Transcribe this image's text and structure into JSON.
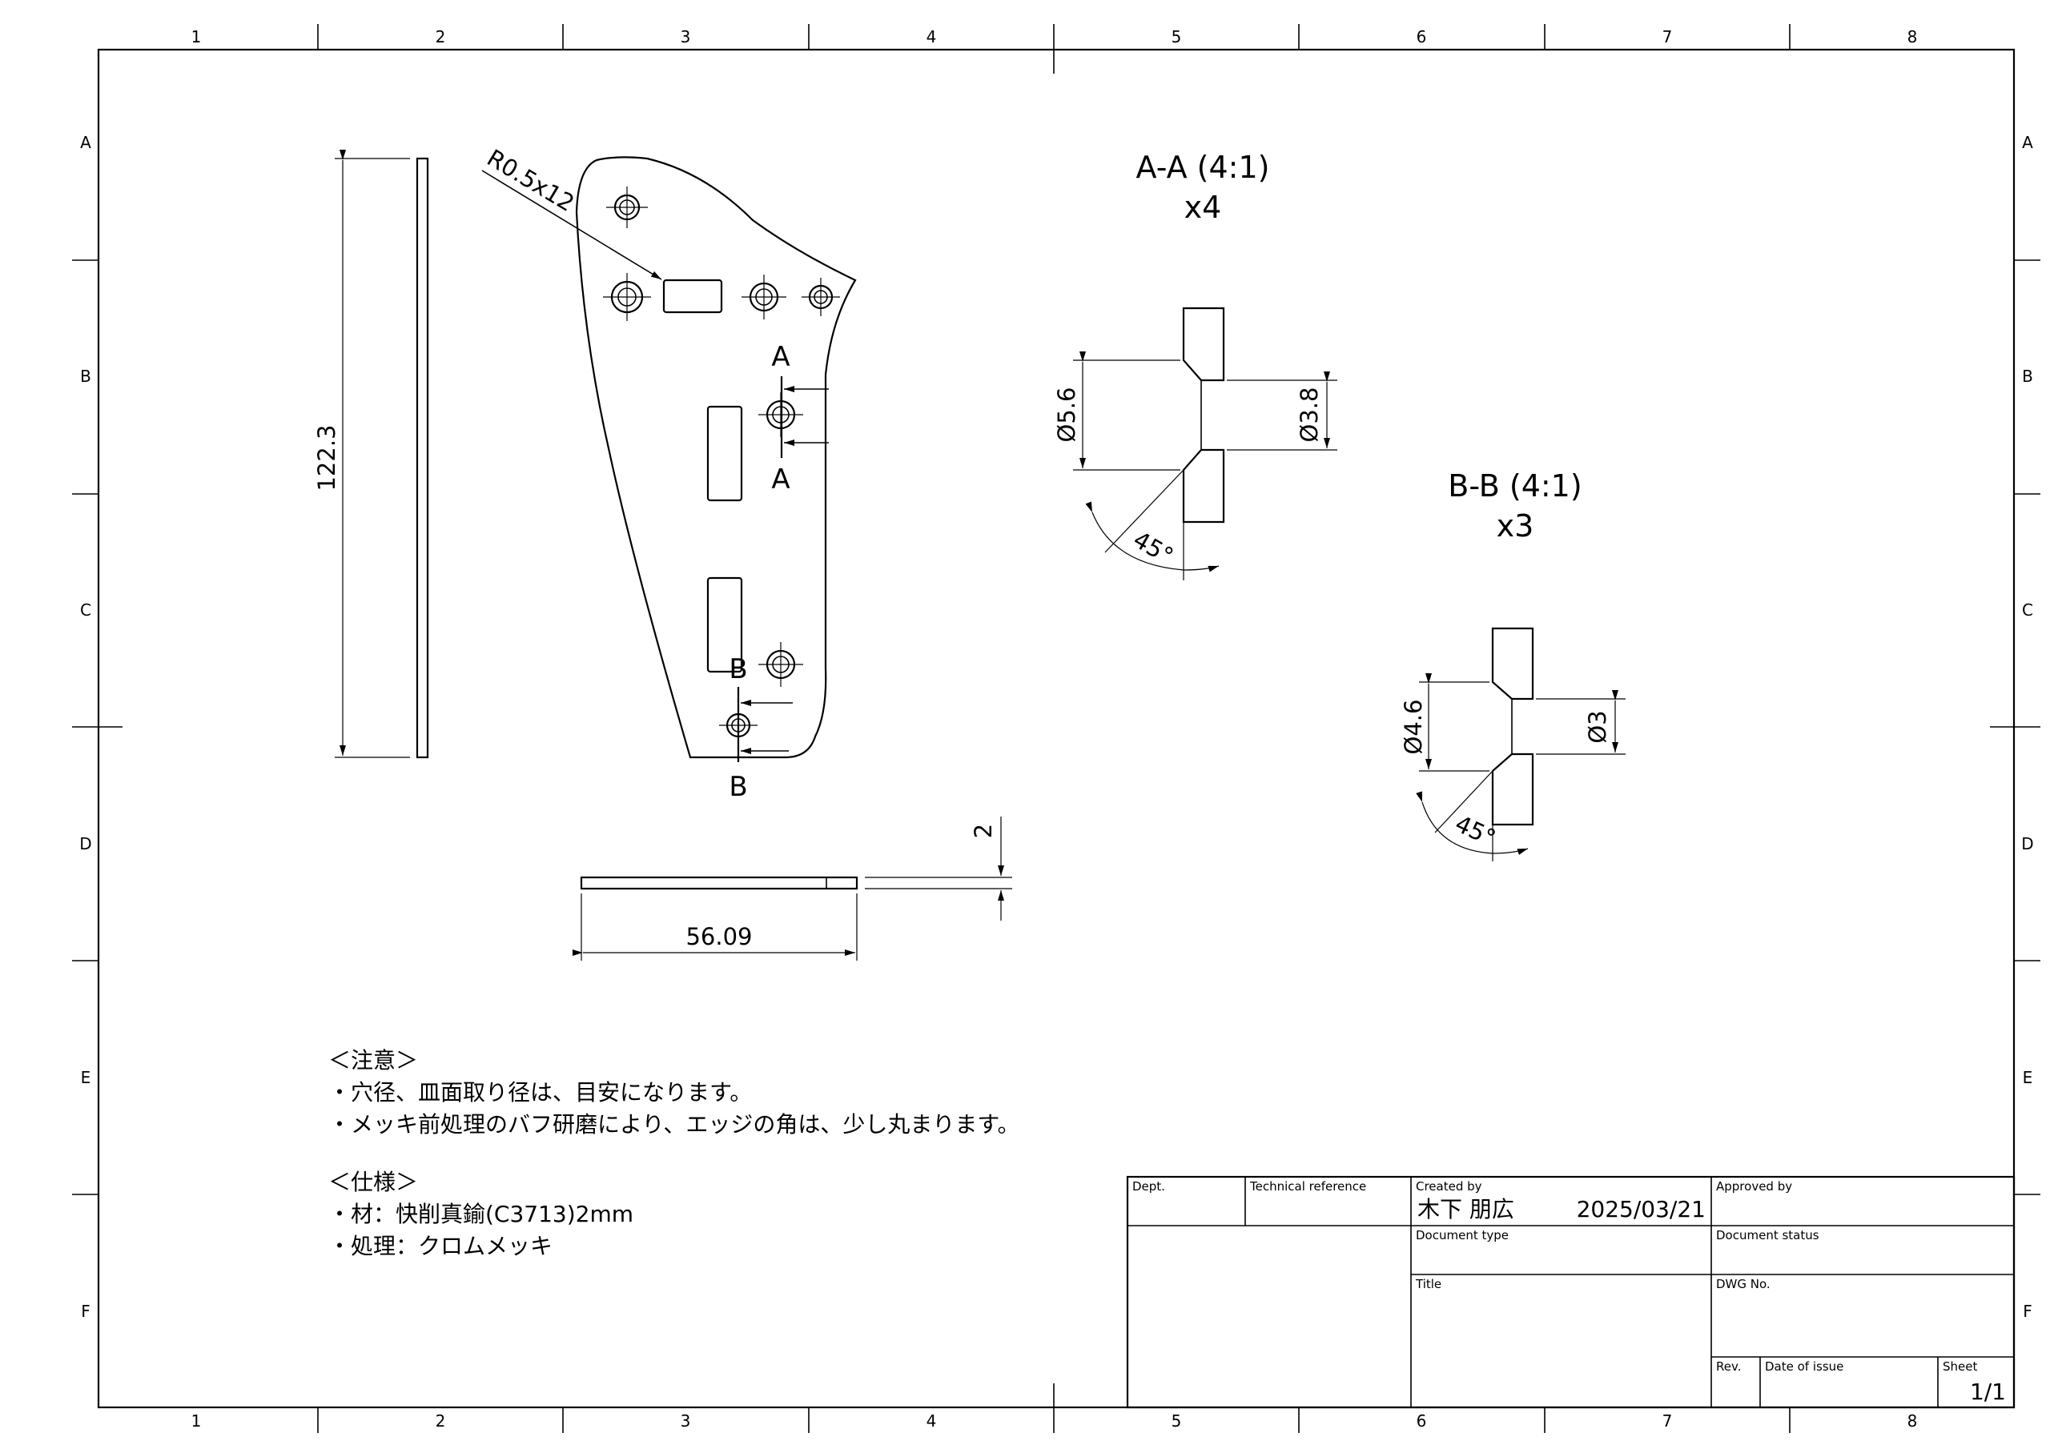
{
  "frame": {
    "column_labels": [
      "1",
      "2",
      "3",
      "4",
      "5",
      "6",
      "7",
      "8"
    ],
    "row_labels": [
      "A",
      "B",
      "C",
      "D",
      "E",
      "F"
    ]
  },
  "dimensions": {
    "height": "122.3",
    "radius_note": "R0.5x12",
    "width": "56.09",
    "thickness": "2"
  },
  "section_markers": {
    "a": "A",
    "b": "B"
  },
  "views": {
    "aa": {
      "title": "A-A (4:1)",
      "count": "x4",
      "outer_dia": "Ø5.6",
      "inner_dia": "Ø3.8",
      "angle": "45°"
    },
    "bb": {
      "title": "B-B (4:1)",
      "count": "x3",
      "outer_dia": "Ø4.6",
      "inner_dia": "Ø3",
      "angle": "45°"
    }
  },
  "notes": {
    "caution_heading": "＜注意＞",
    "caution_1": "・穴径、皿面取り径は、目安になります。",
    "caution_2": "・メッキ前処理のバフ研磨により、エッジの角は、少し丸まります。",
    "spec_heading": "＜仕様＞",
    "spec_1": "・材：快削真鍮(C3713)2mm",
    "spec_2": "・処理：クロムメッキ"
  },
  "title_block": {
    "dept_label": "Dept.",
    "tech_ref_label": "Technical reference",
    "created_by_label": "Created by",
    "created_by_value": "木下 朋広",
    "created_date": "2025/03/21",
    "approved_by_label": "Approved by",
    "doc_type_label": "Document type",
    "doc_status_label": "Document status",
    "title_label": "Title",
    "dwg_no_label": "DWG No.",
    "rev_label": "Rev.",
    "date_of_issue_label": "Date of issue",
    "sheet_label": "Sheet",
    "sheet_value": "1/1"
  }
}
